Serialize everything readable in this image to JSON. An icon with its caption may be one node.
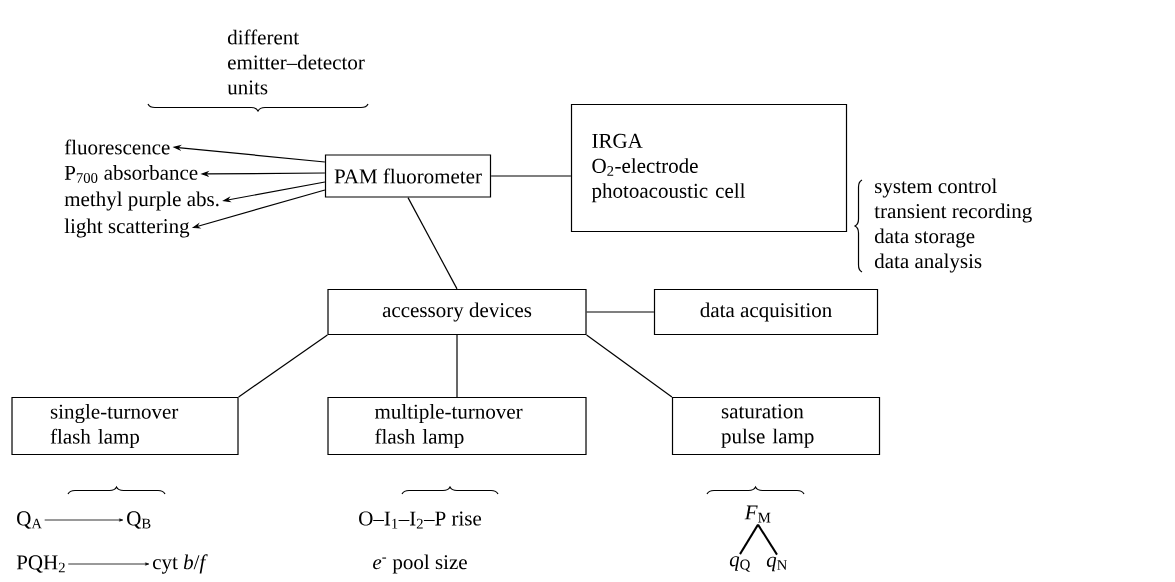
{
  "diagram": {
    "nodes": [
      {
        "text": [
          "PAM fluorometer"
        ]
      },
      {
        "text": [
          "IRGA",
          "O$_{2}$-electrode",
          "photoacoustic cell"
        ]
      },
      {
        "text": [
          "accessory devices"
        ]
      },
      {
        "text": [
          "data acquisition"
        ]
      },
      {
        "text": [
          "single-turnover flash lamp"
        ]
      },
      {
        "text": [
          "multiple-turnover flash lamp"
        ]
      },
      {
        "text": [
          "saturation pulse lamp"
        ]
      },
      {
        "text": [
          "fluorescence"
        ]
      },
      {
        "text": [
          "P$_{700}$ absorbance"
        ]
      },
      {
        "text": [
          "methyl purple abs."
        ]
      },
      {
        "text": [
          "light scattering"
        ]
      },
      {
        "text": [
          "Q$_{A}$"
        ]
      },
      {
        "text": [
          "Q$_{B}$"
        ]
      },
      {
        "text": [
          "PQH$_{2}$"
        ]
      },
      {
        "text": [
          "cyt *b*/*f*"
        ]
      },
      {
        "text": [
          "*F*$_{M}$"
        ]
      },
      {
        "text": [
          "*q*$_{Q}$"
        ]
      },
      {
        "text": [
          "*q*$_{N}$"
        ]
      }
    ],
    "edges": [
      {
        "from": 0,
        "to": 7,
        "arrow": "to"
      },
      {
        "from": 0,
        "to": 8,
        "arrow": "to"
      },
      {
        "from": 0,
        "to": 9,
        "arrow": "to"
      },
      {
        "from": 0,
        "to": 10,
        "arrow": "to"
      },
      {
        "from": 0,
        "to": 1,
        "arrow": "none"
      },
      {
        "from": 0,
        "to": 2,
        "arrow": "none"
      },
      {
        "from": 2,
        "to": 3,
        "arrow": "none"
      },
      {
        "from": 2,
        "to": 4,
        "arrow": "none"
      },
      {
        "from": 2,
        "to": 5,
        "arrow": "none"
      },
      {
        "from": 2,
        "to": 6,
        "arrow": "none"
      },
      {
        "from": 11,
        "to": 12,
        "arrow": "to"
      },
      {
        "from": 13,
        "to": 14,
        "arrow": "to"
      },
      {
        "from": 15,
        "to": 16,
        "arrow": "none"
      },
      {
        "from": 15,
        "to": 17,
        "arrow": "none"
      }
    ],
    "labels": [
      "different emitter–detector units",
      "system control",
      "transient recording",
      "data storage",
      "data analysis",
      "O–I$_{1}$–I$_{2}$–P rise",
      "*e*$^{-}$ pool size"
    ]
  }
}
